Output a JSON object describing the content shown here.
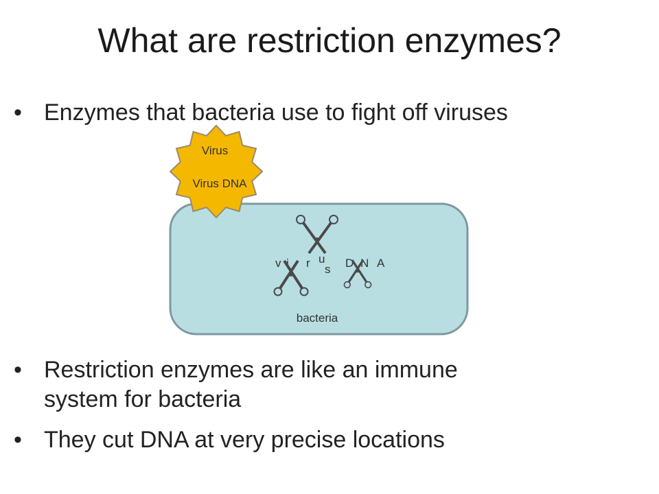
{
  "slide": {
    "title": "What are restriction enzymes?",
    "bullets": [
      {
        "marker": "•",
        "lines": [
          "Enzymes that bacteria use to fight off viruses"
        ]
      },
      {
        "marker": "•",
        "lines": [
          "Restriction enzymes are like an immune",
          "system for bacteria"
        ]
      },
      {
        "marker": "•",
        "lines": [
          "They cut DNA at very precise locations"
        ]
      }
    ]
  },
  "diagram": {
    "virus_label": "Virus",
    "virus_dna_label": "Virus DNA",
    "bacteria_label": "bacteria",
    "cut_dna_letters": [
      "v",
      "i",
      "r",
      "u",
      "s",
      "D",
      "N",
      "A"
    ],
    "colors": {
      "virus_fill": "#f5b800",
      "virus_stroke": "#9a8a6a",
      "bacteria_fill": "#b8dee2",
      "bacteria_stroke": "#7f98a0",
      "scissors": "#4a4a4a"
    }
  }
}
